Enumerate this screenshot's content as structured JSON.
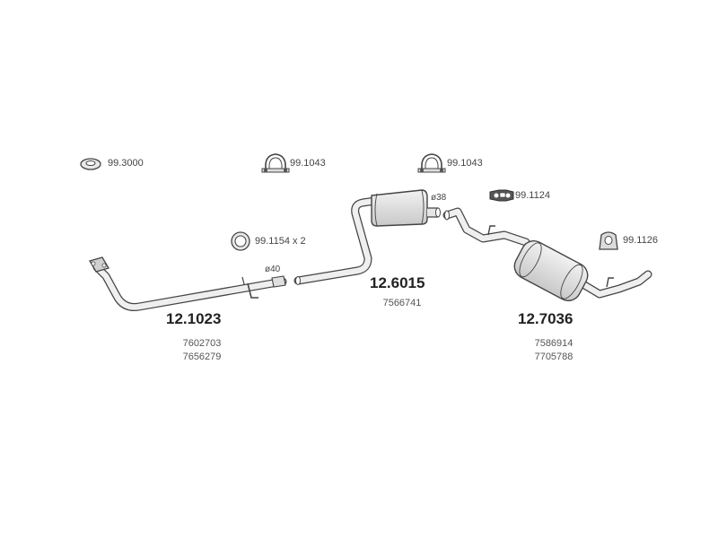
{
  "accessories": [
    {
      "code": "99.3000",
      "icon": "gasket-ring-icon"
    },
    {
      "code": "99.1043",
      "icon": "pipe-clamp-icon"
    },
    {
      "code": "99.1043",
      "icon": "pipe-clamp-icon"
    },
    {
      "code": "99.1124",
      "icon": "rubber-hanger-icon"
    },
    {
      "code": "99.1154 x 2",
      "icon": "seal-ring-icon"
    },
    {
      "code": "99.1126",
      "icon": "rubber-mount-icon"
    }
  ],
  "diameters": {
    "front_pipe": "ø40",
    "middle_outlet": "ø38"
  },
  "parts": [
    {
      "number": "12.1023",
      "oe_numbers": [
        "7602703",
        "7656279"
      ],
      "component": "front-pipe"
    },
    {
      "number": "12.6015",
      "oe_numbers": [
        "7566741"
      ],
      "component": "middle-silencer"
    },
    {
      "number": "12.7036",
      "oe_numbers": [
        "7586914",
        "7705788"
      ],
      "component": "rear-silencer"
    }
  ],
  "colors": {
    "line": "#444444",
    "fill_light": "#e6e6e6",
    "fill_mid": "#cfcfcf"
  }
}
